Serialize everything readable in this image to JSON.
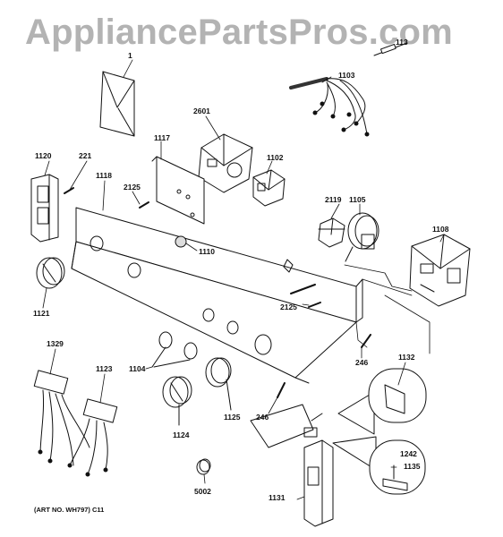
{
  "watermark": "AppliancePartsPros.com",
  "art_number": "(ART NO. WH797) C11",
  "callouts": {
    "p1": "1",
    "p113": "113",
    "p1103": "1103",
    "p2601": "2601",
    "p1117": "1117",
    "p1102": "1102",
    "p1120": "1120",
    "p221": "221",
    "p1118": "1118",
    "p2125a": "2125",
    "p2119": "2119",
    "p1105": "1105",
    "p1108": "1108",
    "p1110": "1110",
    "p1121": "1121",
    "p2125b": "2125",
    "p246a": "246",
    "p1329": "1329",
    "p1123": "1123",
    "p1104": "1104",
    "p1132": "1132",
    "p246b": "246",
    "p1125": "1125",
    "p1124": "1124",
    "p1242": "1242",
    "p1135": "1135",
    "p1131": "1131",
    "p5002": "5002"
  }
}
